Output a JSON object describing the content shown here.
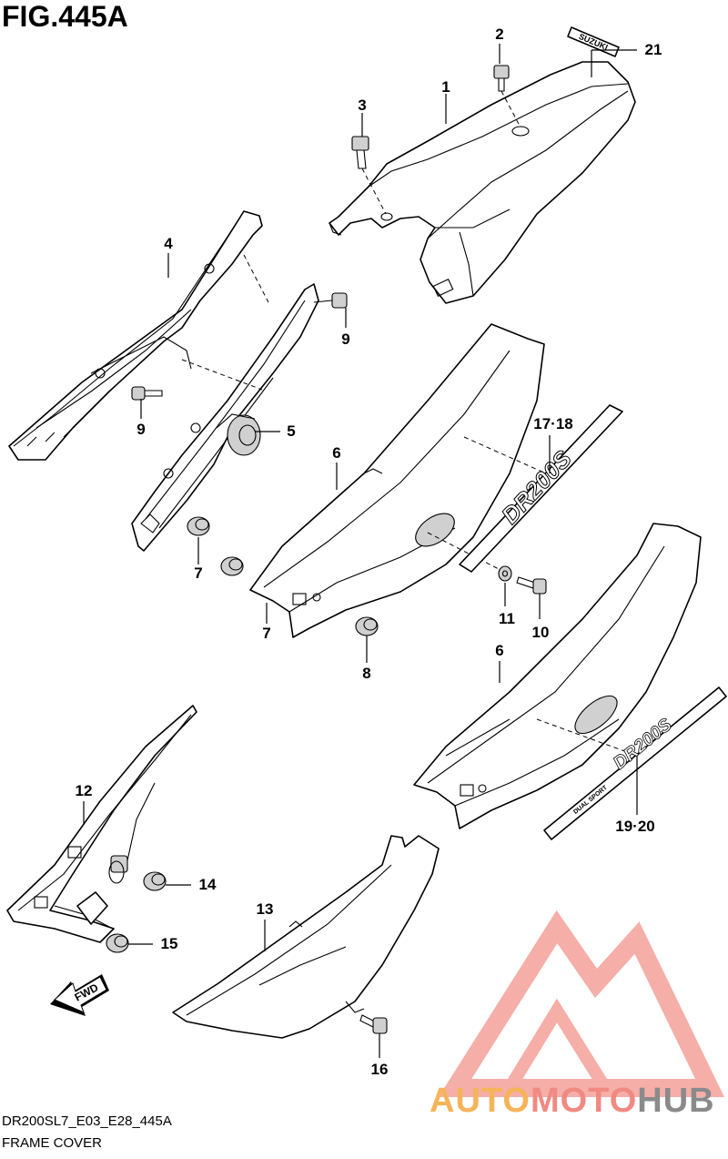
{
  "figure": {
    "title": "FIG.445A",
    "model_code": "DR200SL7_E03_E28_445A",
    "caption": "FRAME COVER"
  },
  "callouts": [
    {
      "id": "c1",
      "label": "1"
    },
    {
      "id": "c2",
      "label": "2"
    },
    {
      "id": "c3",
      "label": "3"
    },
    {
      "id": "c21",
      "label": "21"
    },
    {
      "id": "c4",
      "label": "4"
    },
    {
      "id": "c9a",
      "label": "9"
    },
    {
      "id": "c9b",
      "label": "9"
    },
    {
      "id": "c5",
      "label": "5"
    },
    {
      "id": "c6a",
      "label": "6"
    },
    {
      "id": "c6b",
      "label": "6"
    },
    {
      "id": "c1718",
      "label": "17·18"
    },
    {
      "id": "c7a",
      "label": "7"
    },
    {
      "id": "c7b",
      "label": "7"
    },
    {
      "id": "c8",
      "label": "8"
    },
    {
      "id": "c11",
      "label": "11"
    },
    {
      "id": "c10",
      "label": "10"
    },
    {
      "id": "c1920",
      "label": "19·20"
    },
    {
      "id": "c12",
      "label": "12"
    },
    {
      "id": "c14",
      "label": "14"
    },
    {
      "id": "c15",
      "label": "15"
    },
    {
      "id": "c13",
      "label": "13"
    },
    {
      "id": "c16",
      "label": "16"
    }
  ],
  "fwd_arrow": {
    "label": "FWD"
  },
  "emblem": {
    "label": "SUZUKI"
  },
  "decal_text": {
    "model": "DR200S",
    "sub": "DUAL SPORT"
  },
  "watermark": {
    "part1": "AUTO",
    "part2": "MOTO",
    "part3": "HUB",
    "colors": {
      "auto": "#f5b45a",
      "moto": "#f08a82",
      "hub": "#8a8a8a",
      "logo": "#f4a09a"
    }
  }
}
